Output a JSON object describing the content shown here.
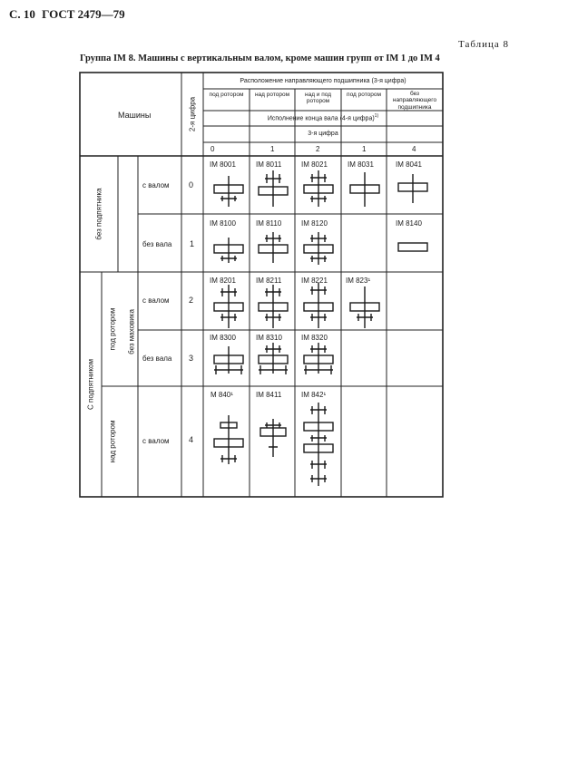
{
  "header": {
    "page_label": "С. 10",
    "standard": "ГОСТ 2479—79",
    "table_label": "Таблица 8",
    "caption": "Группа IM 8. Машины с вертикальным валом, кроме машин групп от IM 1 до IM 4"
  },
  "table": {
    "machines_header": "Машины",
    "digit2_header": "2-я цифра",
    "guide_header": "Расположение направляющего подшипника (3-я цифра)",
    "guide_cols": [
      "под ротором",
      "над ротором",
      "над и под ротором",
      "под ротором",
      "без направляющего подшипника"
    ],
    "shaft_end_header": "Исполнение конца вала (4-я цифра)",
    "shaft_end_sup": "1)",
    "digit3_header": "3-я цифра",
    "digit3_values": [
      "0",
      "1",
      "2",
      "1",
      "4"
    ],
    "group_without": "без подпятника",
    "group_with": "С подпятником",
    "sub_under": "под ротором",
    "sub_over": "над ротором",
    "sub_flywheel": "без маховика",
    "rows": [
      {
        "label": "с валом",
        "digit": "0",
        "codes": [
          "IM 8001",
          "IM 8011",
          "IM 8021",
          "IM 8031",
          "IM 8041"
        ]
      },
      {
        "label": "без вала",
        "digit": "1",
        "codes": [
          "IM 8100",
          "IM 8110",
          "IM 8120",
          "",
          "IM 8140"
        ]
      },
      {
        "label": "с валом",
        "digit": "2",
        "codes": [
          "IM 8201",
          "IM 8211",
          "IM 8221",
          "IM 823¹",
          ""
        ]
      },
      {
        "label": "без вала",
        "digit": "3",
        "codes": [
          "IM 8300",
          "IM 8310",
          "IM 8320",
          "",
          ""
        ]
      },
      {
        "label": "с валом",
        "digit": "4",
        "codes": [
          "M 840¹",
          "IM 8411",
          "IM 842¹",
          "",
          ""
        ]
      }
    ]
  }
}
